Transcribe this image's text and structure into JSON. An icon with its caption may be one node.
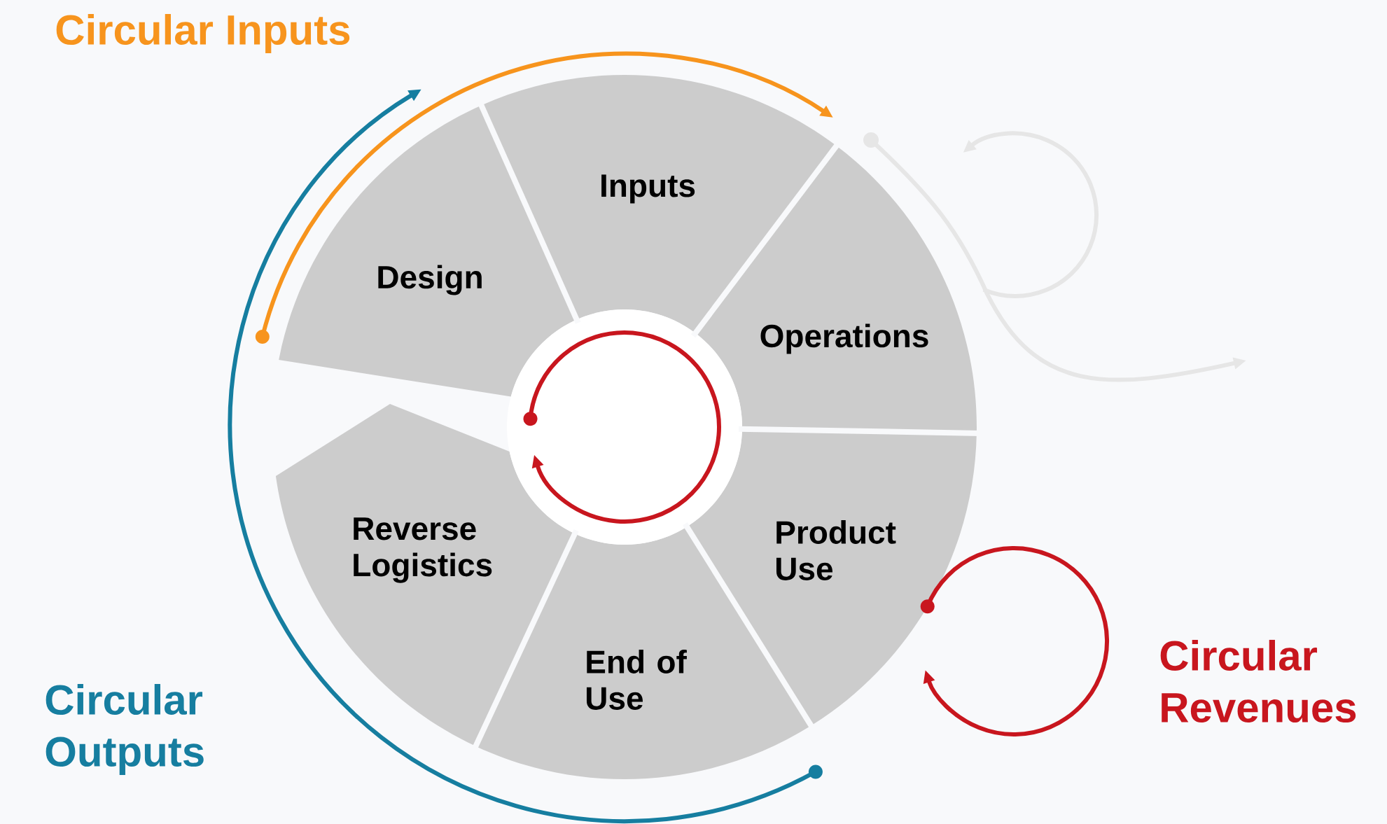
{
  "diagram": {
    "nodes": [
      {
        "text": [
          "Design"
        ]
      },
      {
        "text": [
          "Inputs"
        ]
      },
      {
        "text": [
          "Operations"
        ]
      },
      {
        "text": [
          "Product Use"
        ]
      },
      {
        "text": [
          "End of Use"
        ]
      },
      {
        "text": [
          "Reverse Logistics"
        ]
      }
    ],
    "labels": [
      "Circular Inputs",
      "Circular Outputs",
      "Circular Revenues"
    ]
  }
}
